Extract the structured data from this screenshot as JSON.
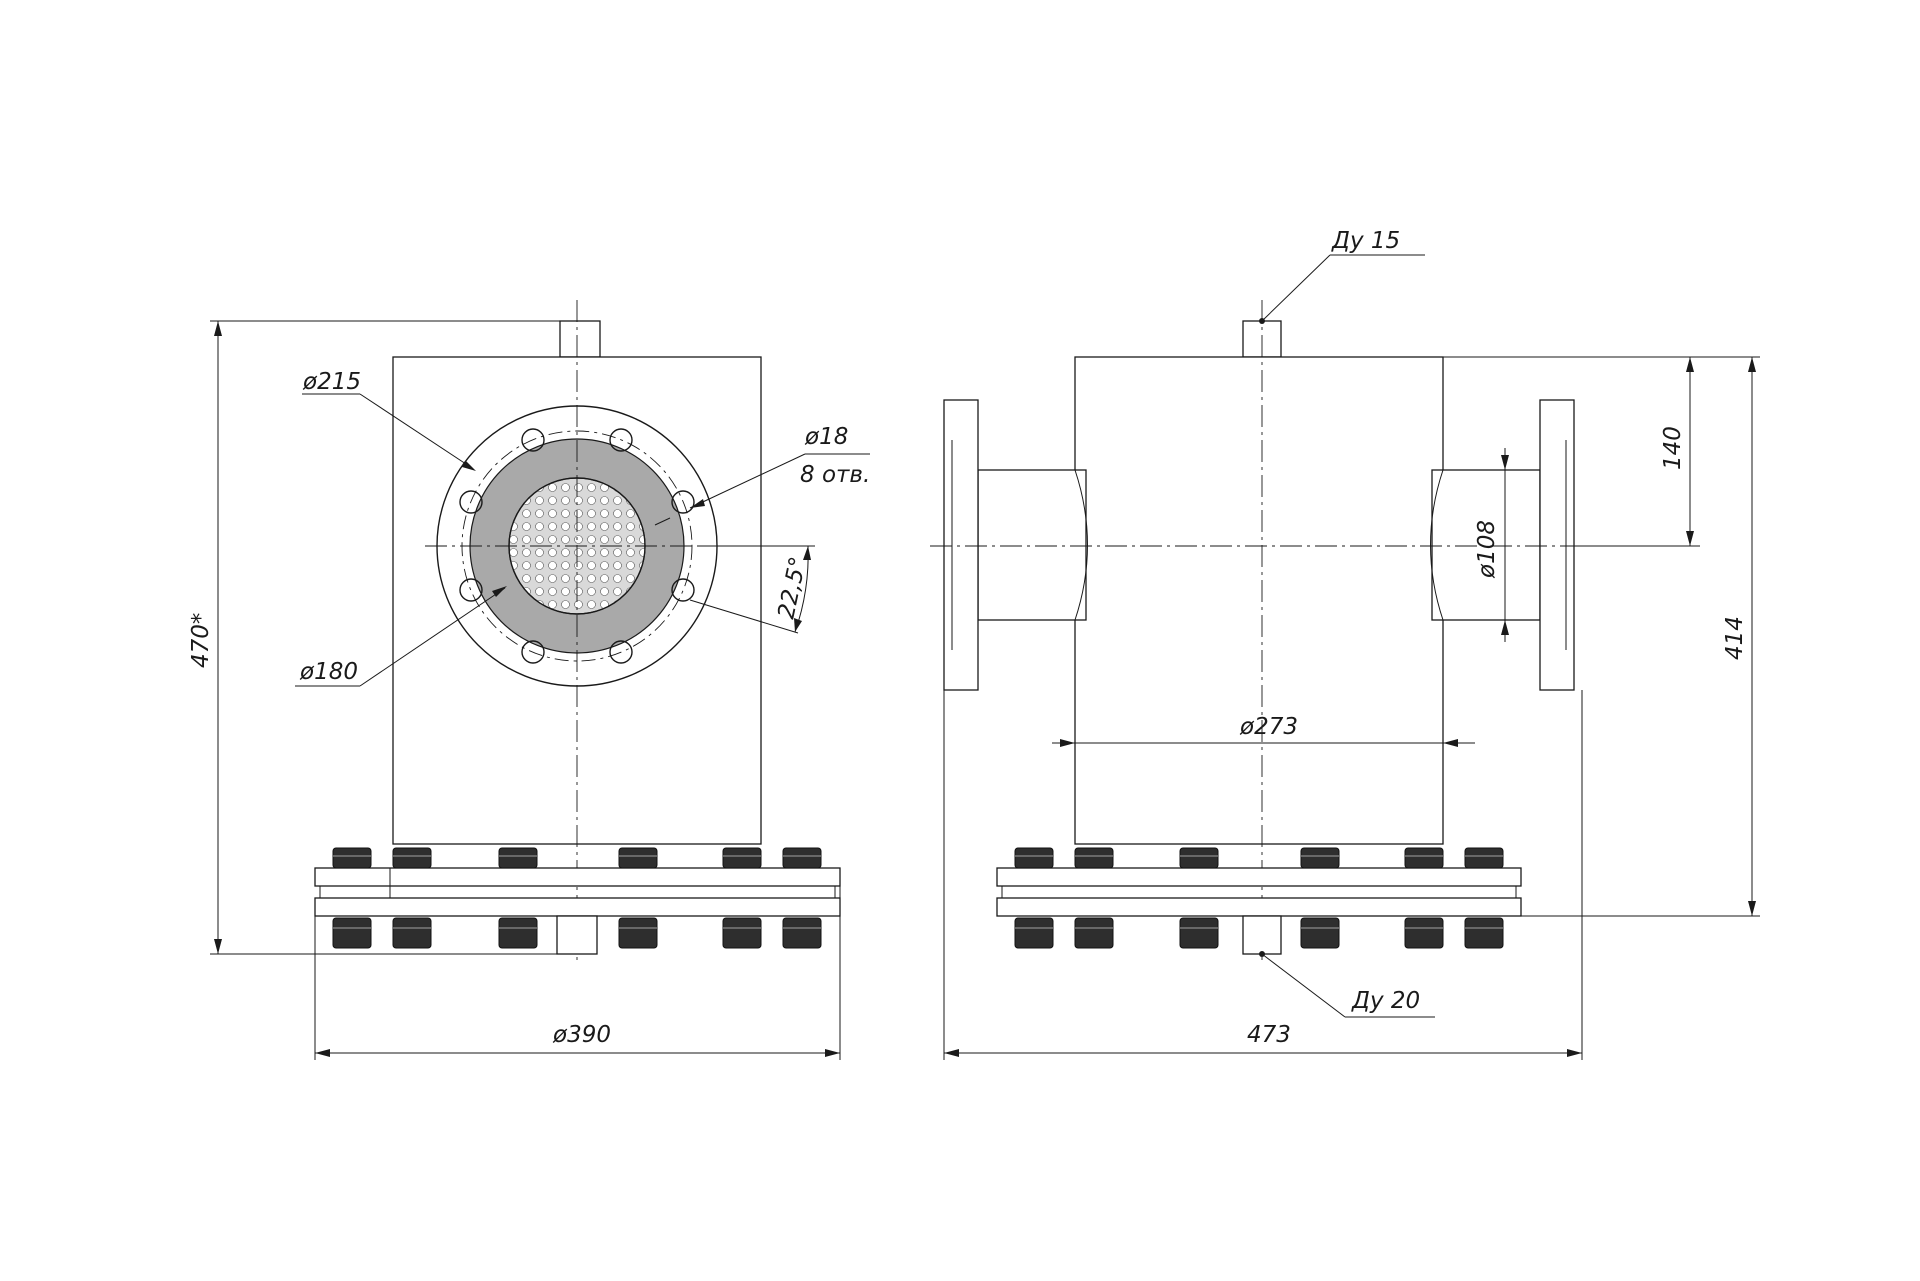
{
  "front_view": {
    "dim_flange_bolt_circle": "ø215",
    "dim_bolt_hole": "ø18",
    "dim_hole_count": "8 отв.",
    "dim_angle": "22,5°",
    "dim_inner_diameter": "ø180",
    "dim_total_height": "470*",
    "dim_base_diameter": "ø390"
  },
  "side_view": {
    "dim_top_nozzle": "Ду 15",
    "dim_axis_height": "140",
    "dim_pipe_diameter": "ø108",
    "dim_body_height": "414",
    "dim_body_diameter": "ø273",
    "dim_bottom_nozzle": "Ду 20",
    "dim_total_width": "473"
  }
}
